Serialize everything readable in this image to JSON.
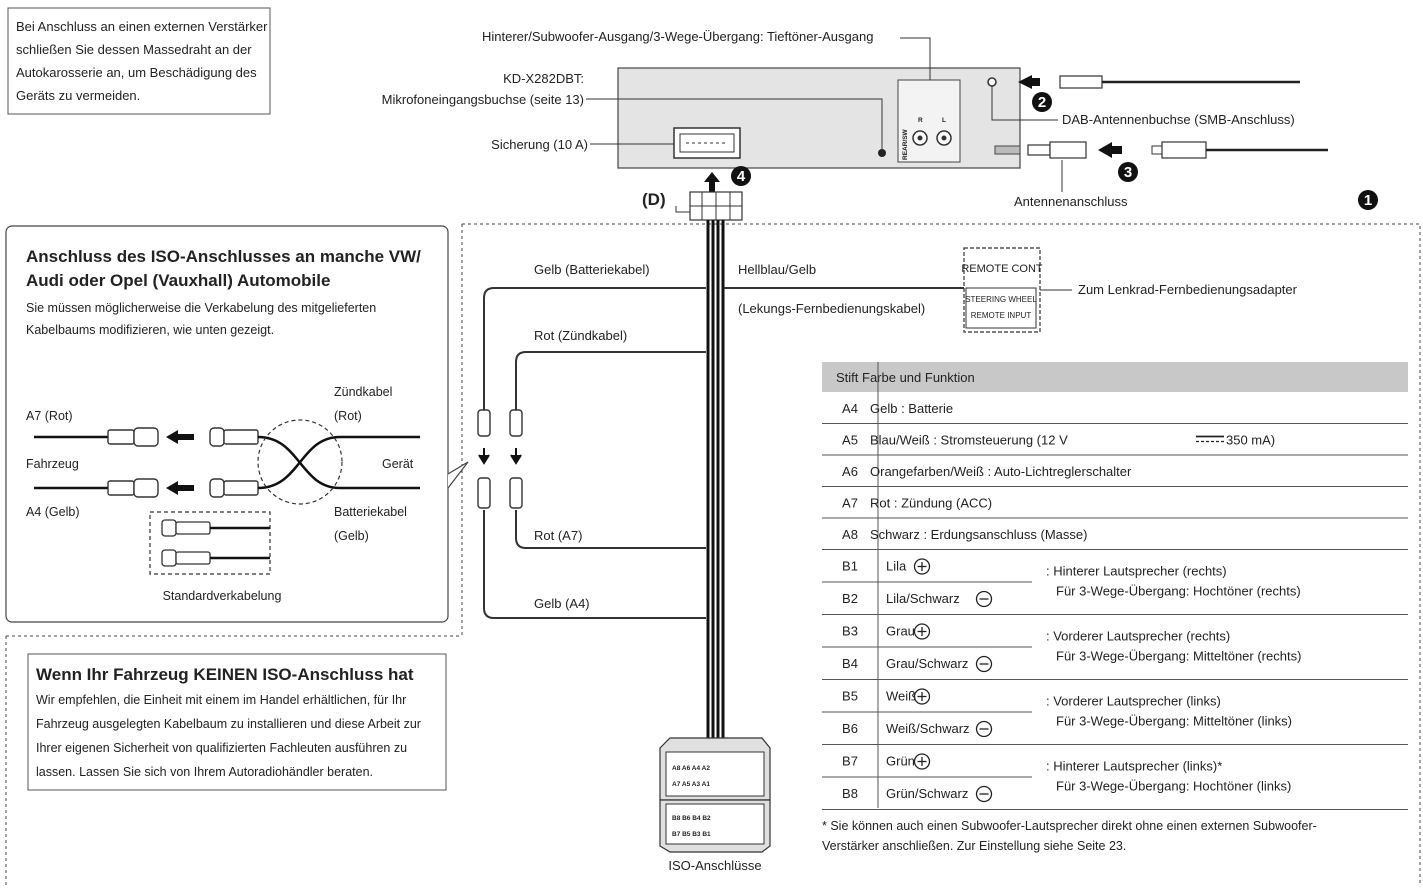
{
  "note_ground": {
    "lines": [
      "Bei Anschluss an einen externen Verstärker",
      "schließen Sie dessen Massedraht an der",
      "Autokarosserie an, um Beschädigung des",
      "Geräts zu vermeiden."
    ]
  },
  "unit": {
    "label_rear_out": "Hinterer/Subwoofer-Ausgang/3-Wege-Übergang: Tieftöner-Ausgang",
    "label_model": "KD-X282DBT:",
    "label_mic": "Mikrofoneingangsbuchse (seite 13)",
    "label_fuse": "Sicherung (10 A)",
    "label_dab": "DAB-Antennenbuchse (SMB-Anschluss)",
    "label_antenna": "Antennenanschluss",
    "label_d": "(D)",
    "jack_text": "REAR/SW",
    "jack_l": "L",
    "jack_r": "R",
    "marker_1": "1",
    "marker_2": "2",
    "marker_3": "3",
    "marker_4": "4"
  },
  "vw_box": {
    "title_line1": "Anschluss des ISO-Anschlusses an manche VW/",
    "title_line2": "Audi oder Opel (Vauxhall) Automobile",
    "desc_line1": "Sie müssen möglicherweise die Verkabelung des mitgelieferten",
    "desc_line2": "Kabelbaums modifizieren, wie unten gezeigt.",
    "label_a7": "A7 (Rot)",
    "label_ign_1": "Zündkabel",
    "label_ign_2": "(Rot)",
    "label_vehicle": "Fahrzeug",
    "label_device": "Gerät",
    "label_a4": "A4 (Gelb)",
    "label_bat_1": "Batteriekabel",
    "label_bat_2": "(Gelb)",
    "label_standard": "Standardverkabelung"
  },
  "no_iso_box": {
    "title": "Wenn Ihr Fahrzeug KEINEN ISO-Anschluss hat",
    "lines": [
      "Wir empfehlen, die Einheit mit einem im Handel erhältlichen, für Ihr",
      "Fahrzeug ausgelegten Kabelbaum zu installieren und diese Arbeit zur",
      "Ihrer eigenen Sicherheit von qualifizierten Fachleuten ausführen zu",
      "lassen. Lassen Sie sich von Ihrem Autoradiohändler beraten."
    ]
  },
  "wiring": {
    "label_yellow_battery": "Gelb (Batteriekabel)",
    "label_red_ignition": "Rot (Zündkabel)",
    "label_red_a7": "Rot (A7)",
    "label_yellow_a4": "Gelb (A4)",
    "label_lightblue": "Hellblau/Gelb",
    "label_steering": "(Lekungs-Fernbedienungskabel)",
    "remote_line1": "REMOTE CONT",
    "remote_line2": "STEERING WHEEL",
    "remote_line3": "REMOTE INPUT",
    "label_steering_adapter": "Zum Lenkrad-Fernbedienungsadapter",
    "iso_label": "ISO-Anschlüsse",
    "iso_a_row1": "A8 A6 A4 A2",
    "iso_a_row2": "A7 A5 A3 A1",
    "iso_b_row1": "B8 B6 B4 B2",
    "iso_b_row2": "B7 B5 B3 B1"
  },
  "pin_table": {
    "header": "Stift Farbe und Funktion",
    "rows": [
      {
        "pin": "A4",
        "text": "Gelb   :   Batterie"
      },
      {
        "pin": "A5",
        "text": "Blau/Weiß   :   Stromsteuerung   (12 V",
        "extra": "350 mA)"
      },
      {
        "pin": "A6",
        "text": "Orangefarben/Weiß   :   Auto-Lichtreglerschalter"
      },
      {
        "pin": "A7",
        "text": "Rot   :   Zündung   (ACC)"
      },
      {
        "pin": "A8",
        "text": "Schwarz   :   Erdungsanschluss   (Masse)"
      }
    ],
    "speaker_rows": [
      {
        "pin": "B1",
        "color": "Lila",
        "sign": "+"
      },
      {
        "pin": "B2",
        "color": "Lila/Schwarz",
        "sign": "−"
      },
      {
        "pin": "B3",
        "color": "Grau",
        "sign": "+"
      },
      {
        "pin": "B4",
        "color": "Grau/Schwarz",
        "sign": "−"
      },
      {
        "pin": "B5",
        "color": "Weiß",
        "sign": "+"
      },
      {
        "pin": "B6",
        "color": "Weiß/Schwarz",
        "sign": "−"
      },
      {
        "pin": "B7",
        "color": "Grün",
        "sign": "+"
      },
      {
        "pin": "B8",
        "color": "Grün/Schwarz",
        "sign": "−"
      }
    ],
    "groups": [
      {
        "line1": ": Hinterer Lautsprecher (rechts)",
        "line2": "Für 3-Wege-Übergang: Hochtöner (rechts)"
      },
      {
        "line1": ": Vorderer Lautsprecher (rechts)",
        "line2": "Für 3-Wege-Übergang: Mitteltöner (rechts)"
      },
      {
        "line1": ": Vorderer Lautsprecher (links)",
        "line2": "Für 3-Wege-Übergang: Mitteltöner (links)"
      },
      {
        "line1": ": Hinterer Lautsprecher (links)*",
        "line2": "Für 3-Wege-Übergang: Hochtöner (links)"
      }
    ],
    "footnote_line1": "*  Sie können auch einen Subwoofer-Lautsprecher direkt ohne einen externen Subwoofer-",
    "footnote_line2": "   Verstärker anschließen. Zur Einstellung siehe Seite 23."
  },
  "colors": {
    "line": "#222222",
    "unit_fill": "#e4e4e4",
    "table_header": "#c8c8c8",
    "marker": "#111111"
  }
}
